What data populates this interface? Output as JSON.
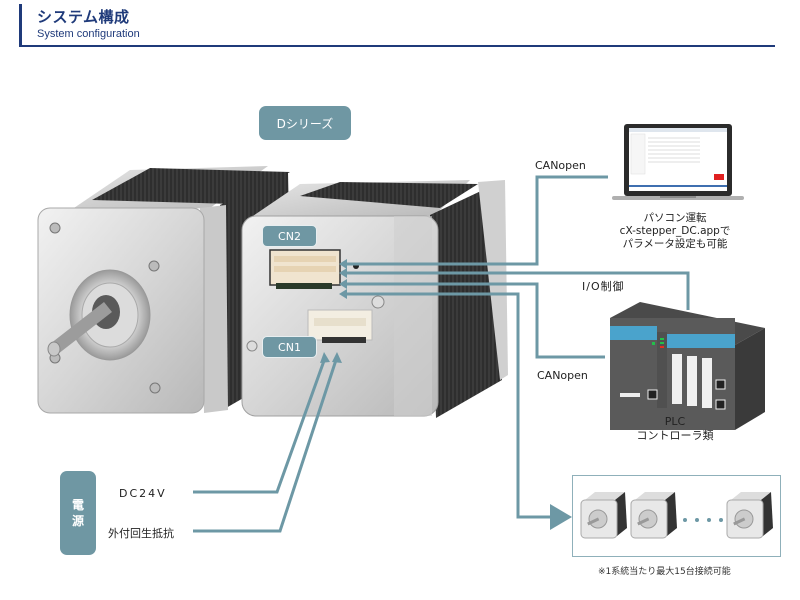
{
  "header": {
    "title": "システム構成",
    "subtitle": "System configuration"
  },
  "series_badge": "Dシリーズ",
  "connectors": {
    "cn2": "CN2",
    "cn1": "CN1"
  },
  "power": {
    "badge_chars": [
      "電",
      "源"
    ],
    "dc_label": "DC24V",
    "regen_label": "外付回生抵抗"
  },
  "pc": {
    "link_label": "CANopen",
    "caption": [
      "パソコン運転",
      "cX-stepper_DC.appで",
      "パラメータ設定も可能"
    ]
  },
  "plc": {
    "io_label": "I/O制御",
    "link_label": "CANopen",
    "caption": [
      "PLC",
      "コントローラ類"
    ]
  },
  "chain": {
    "ellipsis": "・・・・",
    "note": "※1系統当たり最大15台接続可能"
  },
  "colors": {
    "header": "#1f3a7a",
    "accent": "#6f97a3",
    "wire": "#6d98a5"
  }
}
